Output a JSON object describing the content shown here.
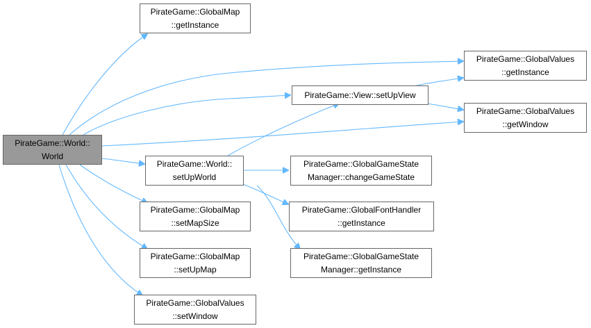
{
  "nodes": {
    "world_ctor": {
      "line1": "PirateGame::World::",
      "line2": "World"
    },
    "globalmap_getinstance": {
      "line1": "PirateGame::GlobalMap",
      "line2": "::getInstance"
    },
    "globalvalues_getinstance": {
      "line1": "PirateGame::GlobalValues",
      "line2": "::getInstance"
    },
    "view_setupview": {
      "line1": "PirateGame::View::setUpView"
    },
    "globalvalues_getwindow": {
      "line1": "PirateGame::GlobalValues",
      "line2": "::getWindow"
    },
    "world_setupworld": {
      "line1": "PirateGame::World::",
      "line2": "setUpWorld"
    },
    "gamestatemanager_changegamestate": {
      "line1": "PirateGame::GlobalGameState",
      "line2": "Manager::changeGameState"
    },
    "globalmap_setmapsize": {
      "line1": "PirateGame::GlobalMap",
      "line2": "::setMapSize"
    },
    "fonthandler_getinstance": {
      "line1": "PirateGame::GlobalFontHandler",
      "line2": "::getInstance"
    },
    "globalmap_setupmap": {
      "line1": "PirateGame::GlobalMap",
      "line2": "::setUpMap"
    },
    "gamestatemanager_getinstance": {
      "line1": "PirateGame::GlobalGameState",
      "line2": "Manager::getInstance"
    },
    "globalvalues_setwindow": {
      "line1": "PirateGame::GlobalValues",
      "line2": "::setWindow"
    }
  },
  "colors": {
    "edge": "#63b8ff",
    "root_fill": "#999999",
    "node_border": "#666666"
  }
}
